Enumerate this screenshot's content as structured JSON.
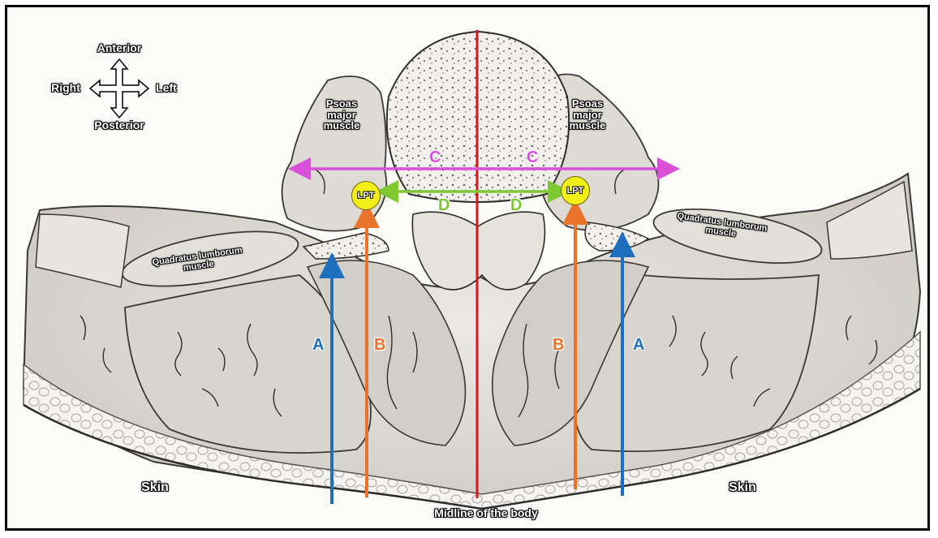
{
  "compass": {
    "anterior": "Anterior",
    "posterior": "Posterior",
    "right": "Right",
    "left": "Left"
  },
  "labels": {
    "psoas_right": "Psoas major muscle",
    "psoas_left": "Psoas major muscle",
    "ql_right": "Quadratus lumborum muscle",
    "ql_left": "Quadratus lumborum muscle",
    "skin_right": "Skin",
    "skin_left": "Skin",
    "midline": "Midline of the body",
    "lpt": "LPT"
  },
  "markers": {
    "a": "A",
    "b": "B",
    "c": "C",
    "d": "D"
  },
  "colors": {
    "midline": "#d8141c",
    "arrow_a": "#1f6fbf",
    "arrow_b": "#e8732a",
    "arrow_c": "#d94fd8",
    "arrow_d": "#7ec832",
    "lpt": "#f2ee1a"
  }
}
